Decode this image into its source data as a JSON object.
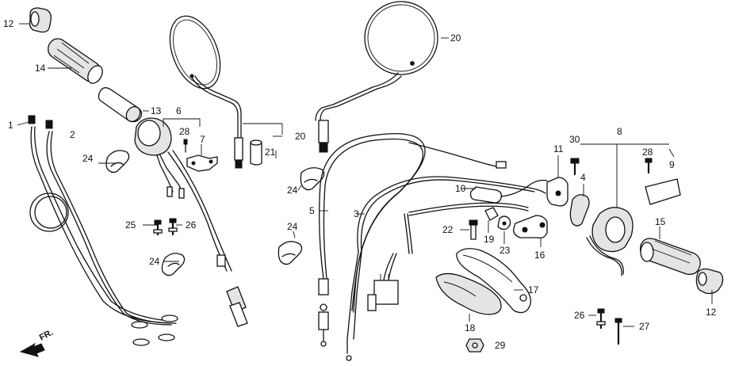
{
  "callouts": {
    "c1": "1",
    "c2": "2",
    "c3": "3",
    "c4": "4",
    "c5": "5",
    "c6": "6",
    "c7": "7",
    "c8": "8",
    "c9": "9",
    "c10": "10",
    "c11": "11",
    "c12a": "12",
    "c12b": "12",
    "c13": "13",
    "c14": "14",
    "c15": "15",
    "c16": "16",
    "c17": "17",
    "c18": "18",
    "c19": "19",
    "c20a": "20",
    "c20b": "20",
    "c21": "21",
    "c22": "22",
    "c23": "23",
    "c24a": "24",
    "c24b": "24",
    "c24c": "24",
    "c24d": "24",
    "c25": "25",
    "c26a": "26",
    "c26b": "26",
    "c27": "27",
    "c28a": "28",
    "c28b": "28",
    "c29": "29",
    "c30": "30"
  },
  "front_indicator": "FR."
}
